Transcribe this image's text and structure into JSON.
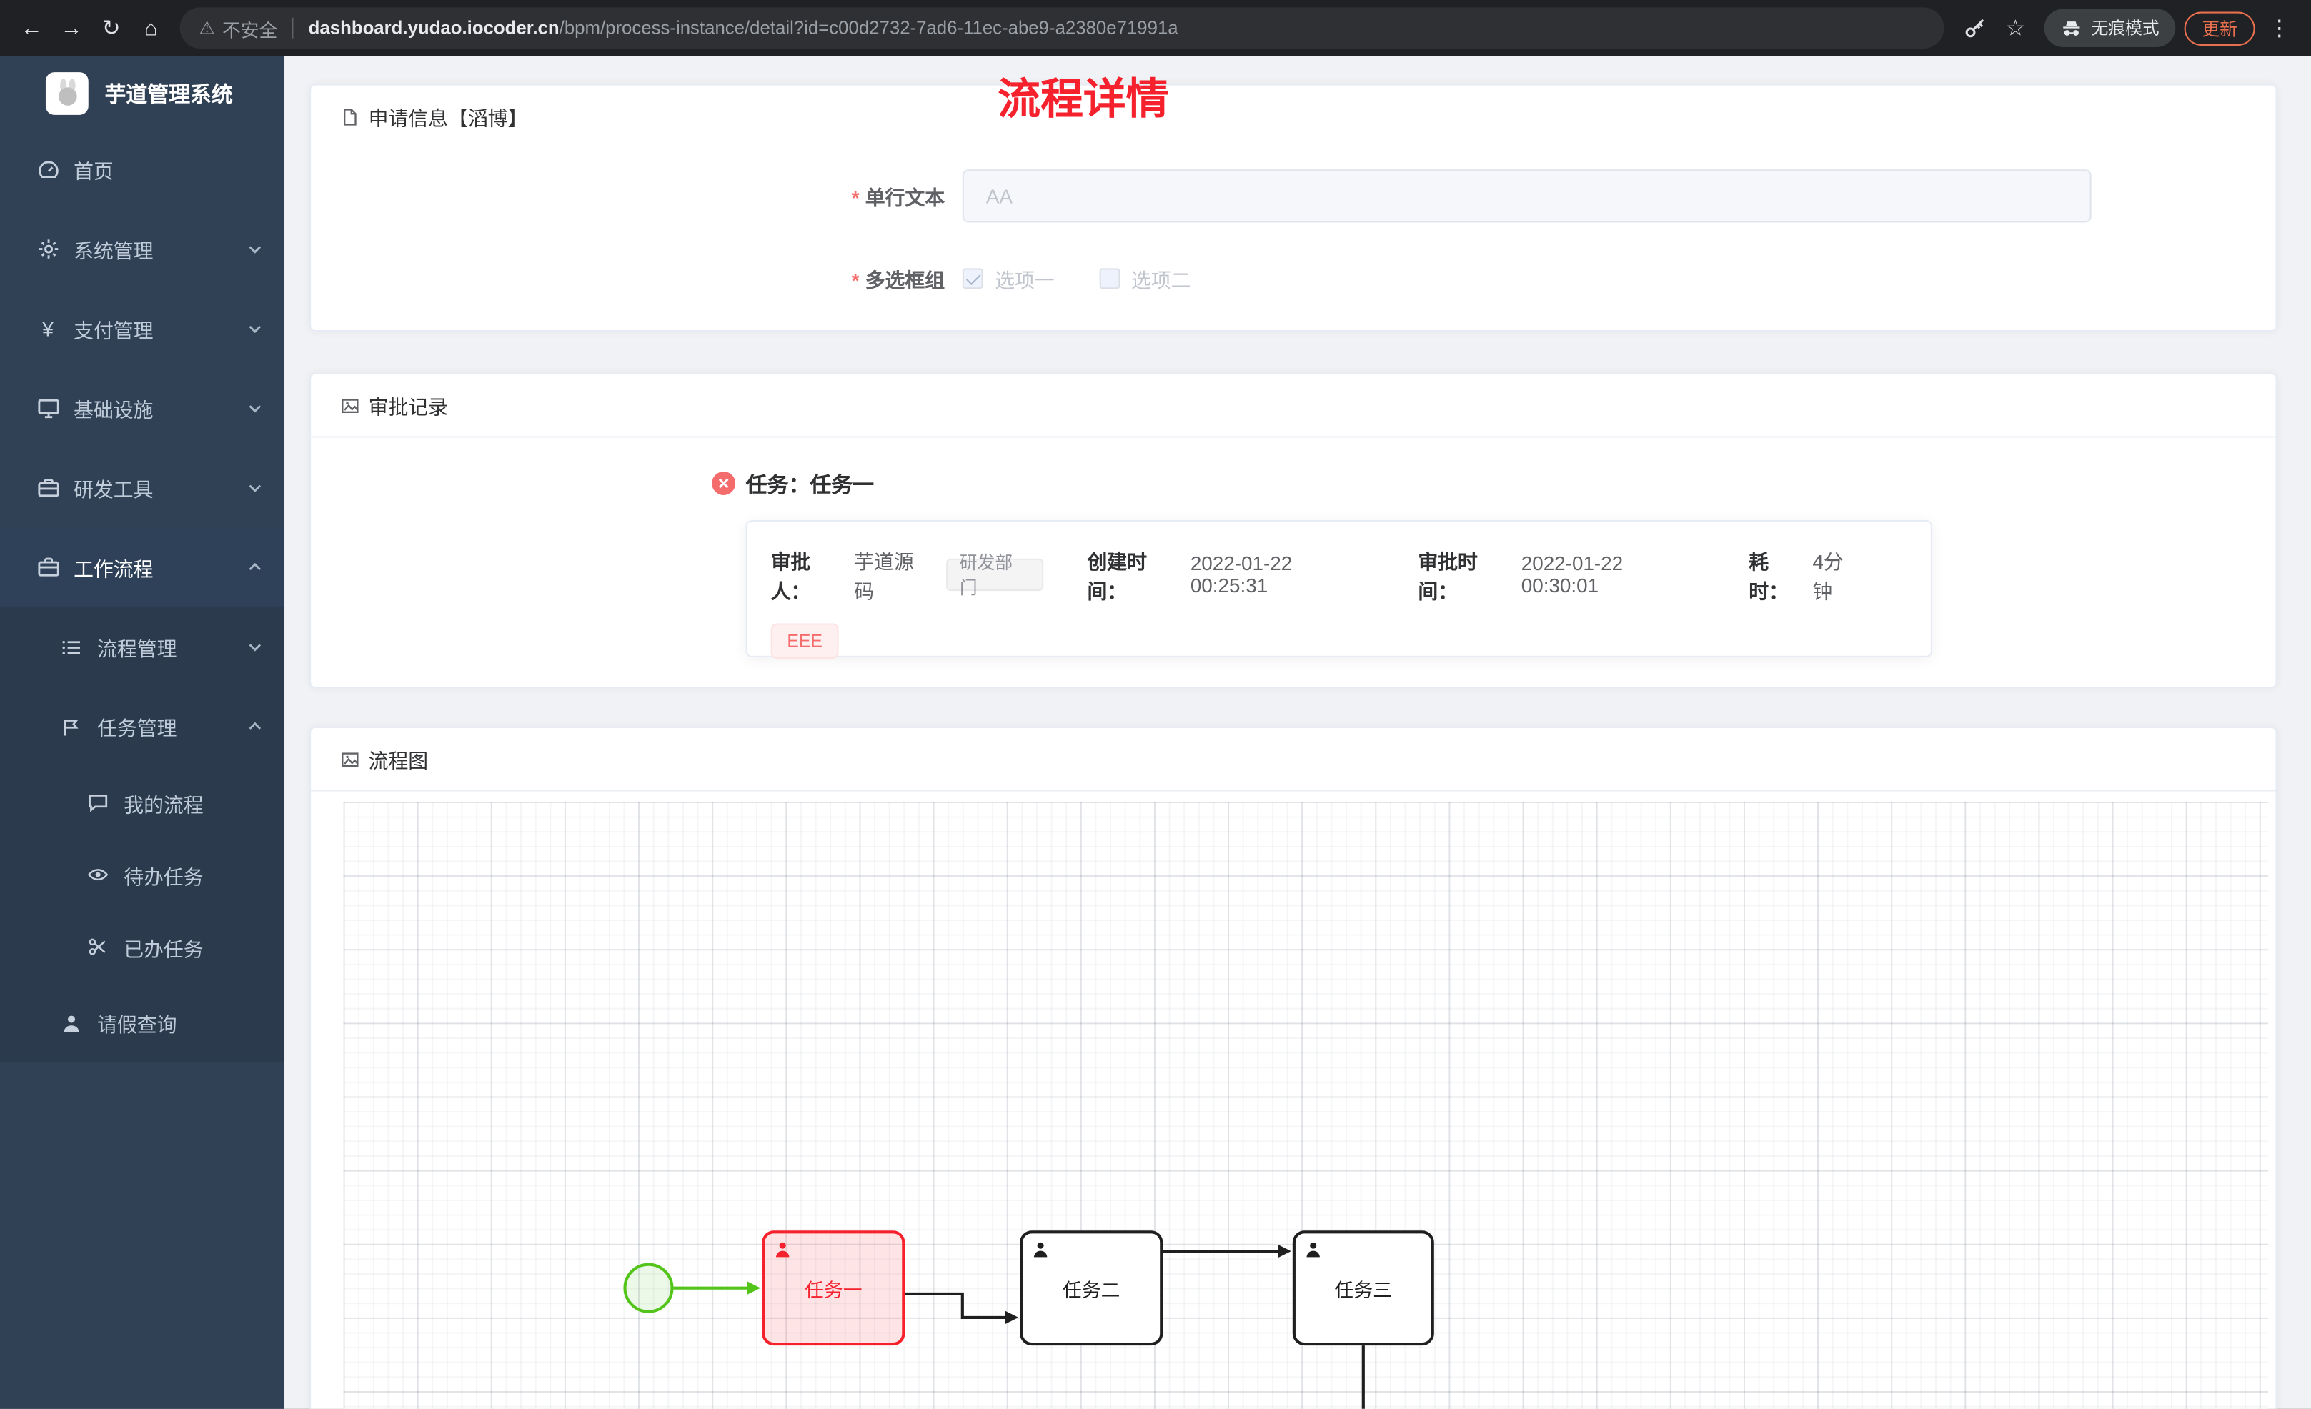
{
  "browser": {
    "security_label": "不安全",
    "url_domain": "dashboard.yudao.iocoder.cn",
    "url_path": "/bpm/process-instance/detail?id=c00d2732-7ad6-11ec-abe9-a2380e71991a",
    "incognito_label": "无痕模式",
    "update_label": "更新"
  },
  "sidebar": {
    "brand": "芋道管理系统",
    "items": [
      {
        "label": "首页",
        "icon": "dashboard-icon",
        "level": 1
      },
      {
        "label": "系统管理",
        "icon": "gear-icon",
        "level": 1,
        "state": "collapsed"
      },
      {
        "label": "支付管理",
        "icon": "yen-icon",
        "level": 1,
        "state": "collapsed"
      },
      {
        "label": "基础设施",
        "icon": "monitor-icon",
        "level": 1,
        "state": "collapsed"
      },
      {
        "label": "研发工具",
        "icon": "toolbox-icon",
        "level": 1,
        "state": "collapsed"
      },
      {
        "label": "工作流程",
        "icon": "briefcase-icon",
        "level": 1,
        "state": "expanded"
      },
      {
        "label": "流程管理",
        "icon": "list-icon",
        "level": 2,
        "state": "collapsed"
      },
      {
        "label": "任务管理",
        "icon": "flag-icon",
        "level": 2,
        "state": "expanded"
      },
      {
        "label": "我的流程",
        "icon": "chat-icon",
        "level": 3
      },
      {
        "label": "待办任务",
        "icon": "eye-icon",
        "level": 3
      },
      {
        "label": "已办任务",
        "icon": "scissors-icon",
        "level": 3
      },
      {
        "label": "请假查询",
        "icon": "user-icon",
        "level": 2
      }
    ]
  },
  "page": {
    "title": "流程详情"
  },
  "apply_card": {
    "title": "申请信息【滔博】",
    "required_mark": "*",
    "fields": [
      {
        "label": "单行文本",
        "value": "AA"
      },
      {
        "label": "多选框组"
      }
    ],
    "checkbox_options": [
      {
        "label": "选项一",
        "checked": true
      },
      {
        "label": "选项二",
        "checked": false
      }
    ]
  },
  "record_card": {
    "title": "审批记录",
    "task_title": "任务：任务一",
    "fields": {
      "approver_label": "审批人：",
      "approver": "芋道源码",
      "dept_tag": "研发部门",
      "create_label": "创建时间：",
      "create_time": "2022-01-22 00:25:31",
      "approve_label": "审批时间：",
      "approve_time": "2022-01-22 00:30:01",
      "duration_label": "耗时：",
      "duration": "4分钟"
    },
    "comment_tag": "EEE"
  },
  "diagram_card": {
    "title": "流程图",
    "nodes": [
      {
        "label": "任务一",
        "status": "current"
      },
      {
        "label": "任务二",
        "status": "pending"
      },
      {
        "label": "任务三",
        "status": "pending"
      }
    ]
  },
  "colors": {
    "sidebar_bg": "#304156",
    "accent_red": "#f5222d",
    "success_green": "#52c41a",
    "danger_tag": "#f56c6c"
  }
}
